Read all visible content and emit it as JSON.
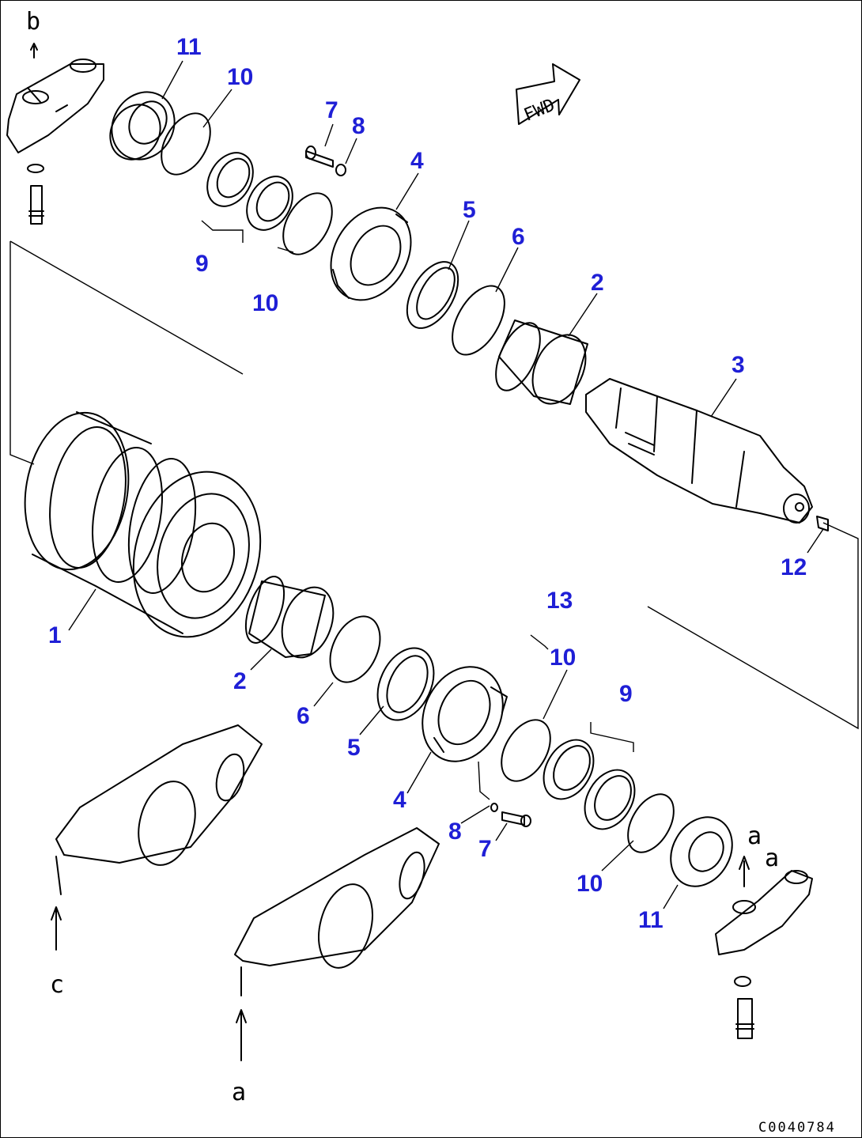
{
  "drawing_code": "C0040784",
  "fwd_label": "FWD",
  "callouts": {
    "c1": "1",
    "c2a": "2",
    "c2b": "2",
    "c3": "3",
    "c4a": "4",
    "c4b": "4",
    "c5a": "5",
    "c5b": "5",
    "c6a": "6",
    "c6b": "6",
    "c7a": "7",
    "c7b": "7",
    "c8a": "8",
    "c8b": "8",
    "c9a": "9",
    "c9b": "9",
    "c10a": "10",
    "c10b": "10",
    "c10c": "10",
    "c10d": "10",
    "c11a": "11",
    "c11b": "11",
    "c12": "12",
    "c13": "13"
  },
  "ref_letters": {
    "b_top": "b",
    "a_right": "a",
    "a_right2": "a",
    "c_left": "c",
    "a_bottom": "a"
  },
  "colors": {
    "callout": "#1f1fd6",
    "line": "#000000",
    "background": "#ffffff"
  }
}
